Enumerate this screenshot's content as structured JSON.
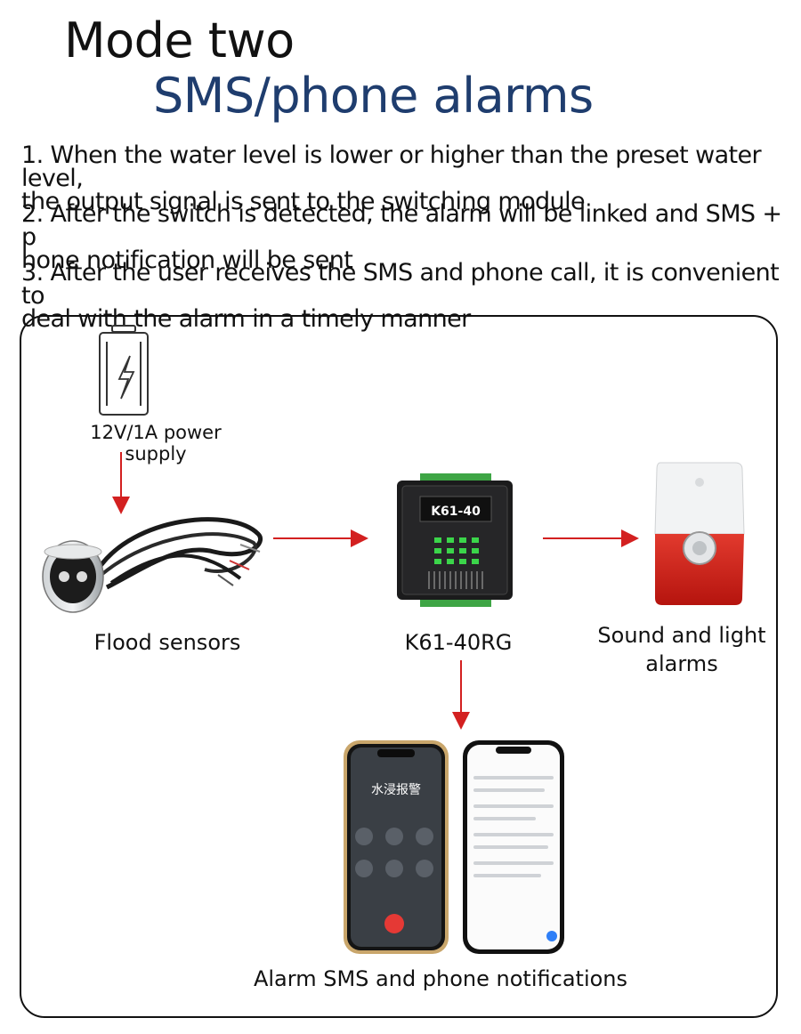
{
  "header": {
    "title_line1": "Mode two",
    "title_line2": "SMS/phone alarms"
  },
  "steps": [
    "1. When the water level is lower or higher than the preset water level,\nthe output signal is sent to the switching module",
    "2. After the switch is detected, the alarm will be linked and SMS + p\nhone notification will be sent",
    "3. After the user receives the SMS and phone call, it is convenient to\n deal with the alarm in a timely manner"
  ],
  "diagram": {
    "power_label": "12V/1A power supply",
    "sensor_label": "Flood sensors",
    "controller_label": "K61-40RG",
    "controller_face": "K61-40",
    "alarm_label": "Sound and light\nalarms",
    "phones_label": "Alarm SMS and phone notifications",
    "call_title": "水浸报警",
    "arrow_color": "#d32020"
  }
}
